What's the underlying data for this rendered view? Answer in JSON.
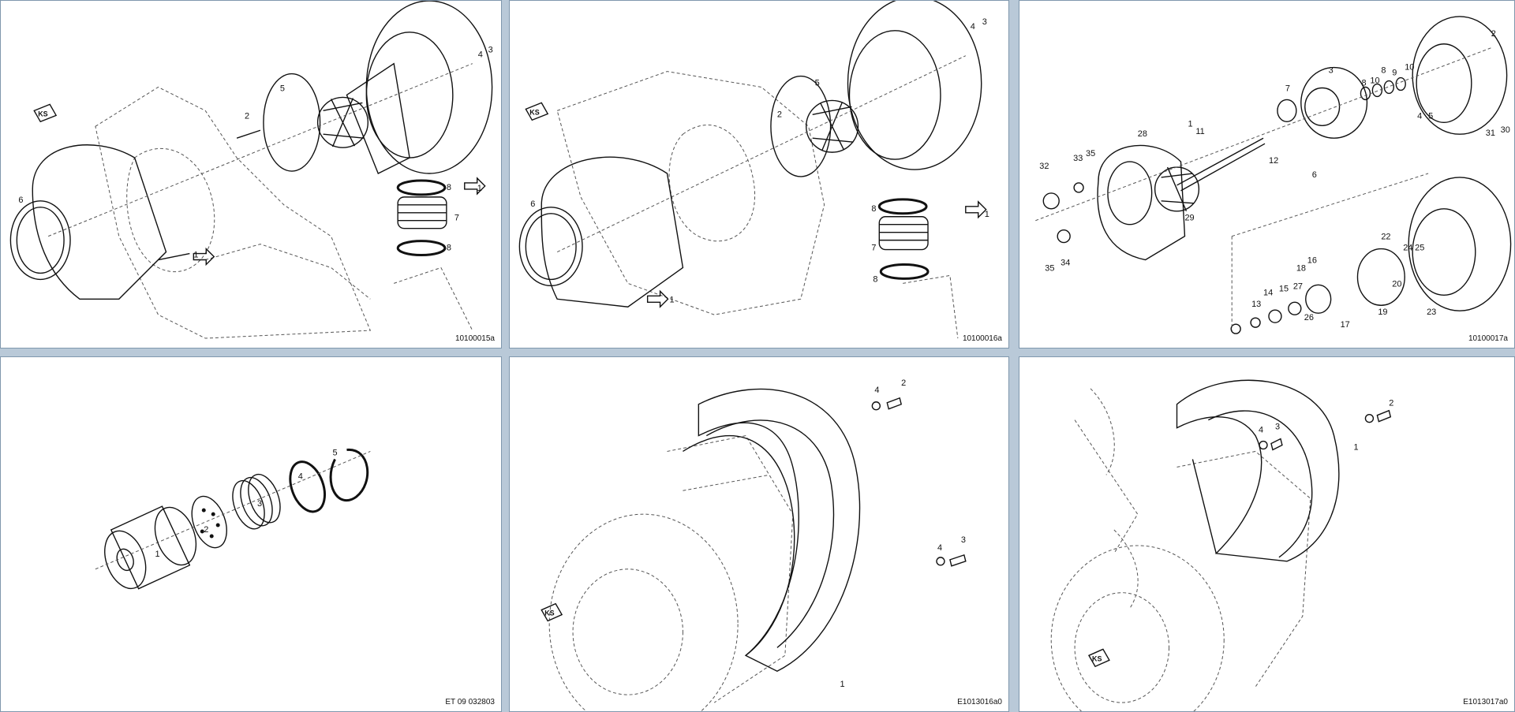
{
  "panels": [
    {
      "id": "p1",
      "caption": "10100015a",
      "ks": "KS",
      "callouts": [
        "1",
        "2",
        "3",
        "4",
        "5",
        "6",
        "7",
        "8",
        "8",
        "1"
      ]
    },
    {
      "id": "p2",
      "caption": "10100016a",
      "ks": "KS",
      "callouts": [
        "1",
        "2",
        "3",
        "4",
        "5",
        "6",
        "7",
        "8",
        "8",
        "1"
      ]
    },
    {
      "id": "p3",
      "caption": "10100017a",
      "callouts": [
        "1",
        "2",
        "3",
        "4",
        "5",
        "6",
        "7",
        "8",
        "9",
        "10",
        "10",
        "8",
        "11",
        "12",
        "13",
        "14",
        "15",
        "16",
        "17",
        "18",
        "19",
        "20",
        "22",
        "23",
        "24",
        "25",
        "26",
        "27",
        "28",
        "29",
        "30",
        "31",
        "32",
        "33",
        "34",
        "35",
        "35"
      ]
    },
    {
      "id": "p4",
      "caption": "ET 09 032803",
      "callouts": [
        "1",
        "2",
        "3",
        "4",
        "5"
      ]
    },
    {
      "id": "p5",
      "caption": "E1013016a0",
      "ks": "KS",
      "callouts": [
        "1",
        "2",
        "3",
        "4",
        "4"
      ]
    },
    {
      "id": "p6",
      "caption": "E1013017a0",
      "ks": "KS",
      "callouts": [
        "1",
        "2",
        "3",
        "4"
      ]
    }
  ]
}
